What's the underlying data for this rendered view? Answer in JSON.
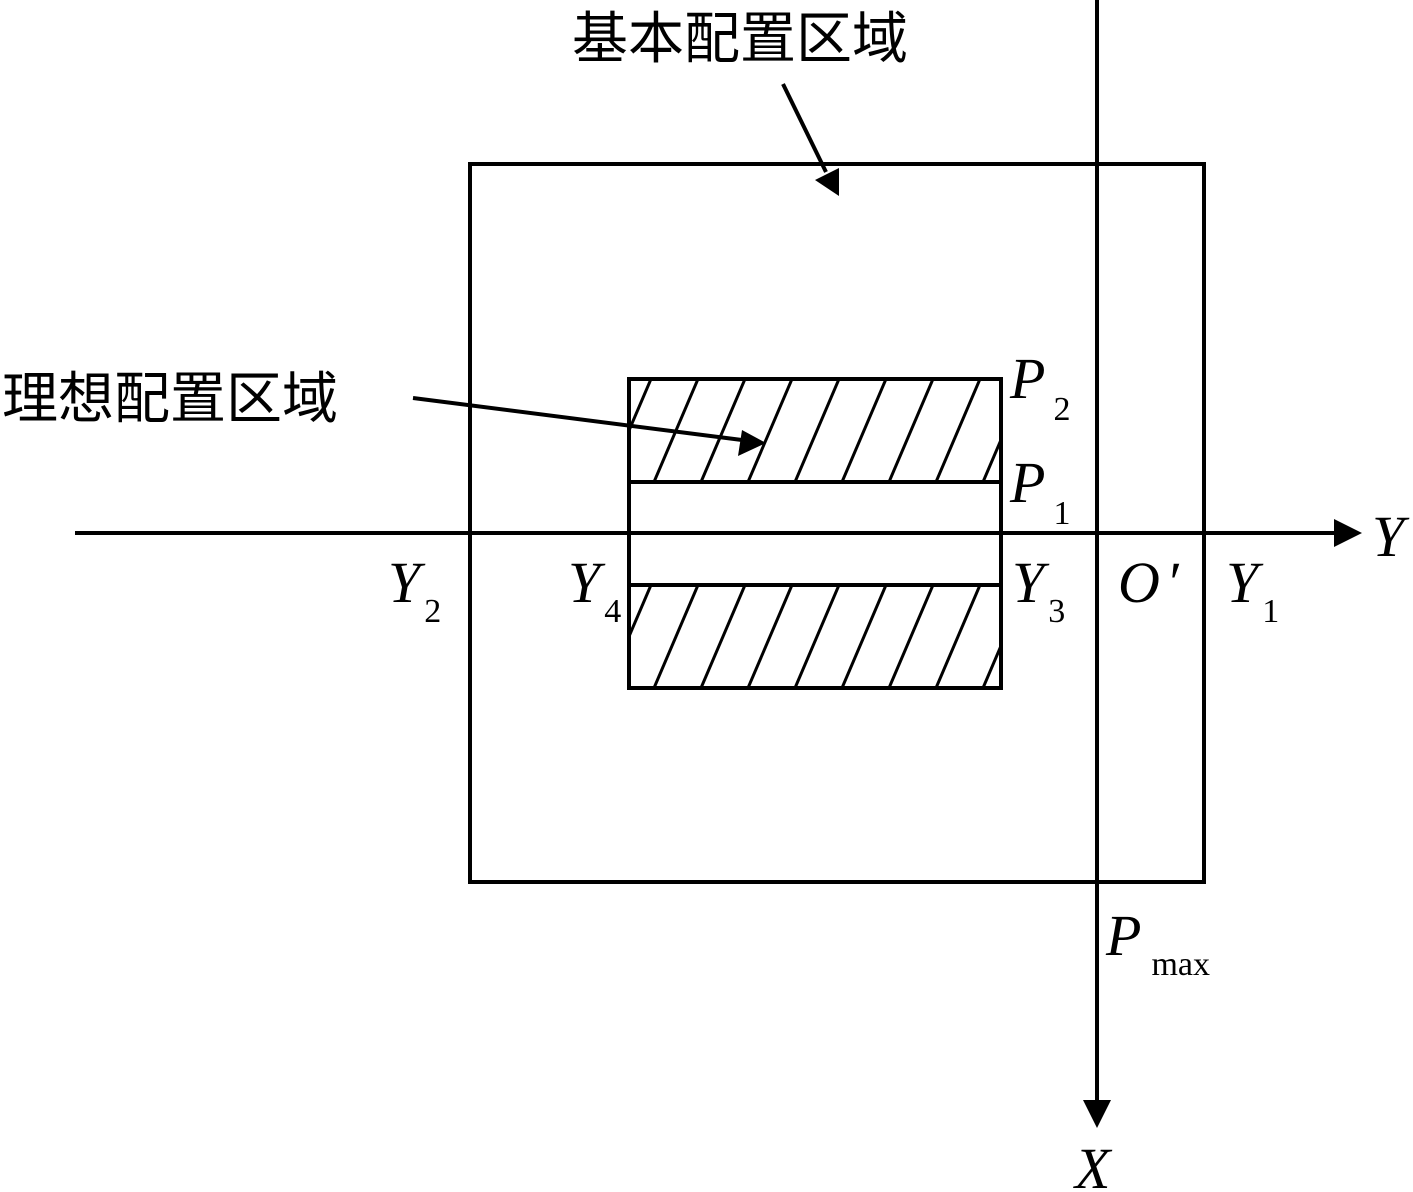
{
  "callouts": {
    "basic_region": "基本配置区域",
    "ideal_region": "理想配置区域"
  },
  "axes": {
    "horizontal": "Y",
    "vertical": "X",
    "origin": "O",
    "origin_prime": "′"
  },
  "labels": {
    "p2": {
      "main": "P",
      "sub": "2"
    },
    "p1": {
      "main": "P",
      "sub": "1"
    },
    "pmax": {
      "main": "P",
      "sub": "max"
    },
    "y1": {
      "main": "Y",
      "sub": "1"
    },
    "y2": {
      "main": "Y",
      "sub": "2"
    },
    "y3": {
      "main": "Y",
      "sub": "3"
    },
    "y4": {
      "main": "Y",
      "sub": "4"
    }
  }
}
